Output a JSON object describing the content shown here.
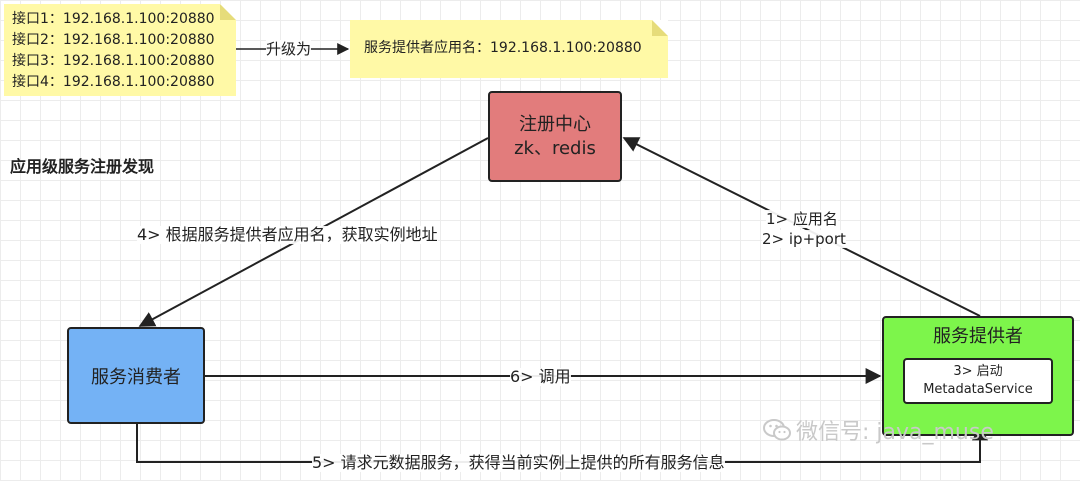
{
  "interfaces_note": {
    "lines": [
      "接口1：192.168.1.100:20880",
      "接口2：192.168.1.100:20880",
      "接口3：192.168.1.100:20880",
      "接口4：192.168.1.100:20880"
    ]
  },
  "upgrade_label": "升级为",
  "app_note": "服务提供者应用名：192.168.1.100:20880",
  "title": "应用级服务注册发现",
  "registry": {
    "name": "注册中心",
    "sub": "zk、redis"
  },
  "consumer": {
    "name": "服务消费者"
  },
  "provider": {
    "name": "服务提供者",
    "inner_line1": "3> 启动",
    "inner_line2": "MetadataService"
  },
  "edges": {
    "consumer_lookup": "4> 根据服务提供者应用名，获取实例地址",
    "provider_register_1": "1> 应用名",
    "provider_register_2": "2> ip+port",
    "invoke": "6> 调用",
    "metadata_request": "5> 请求元数据服务，获得当前实例上提供的所有服务信息"
  },
  "watermark": "微信号: java_muse",
  "colors": {
    "note": "#fff9a6",
    "registry": "#e27c7c",
    "consumer": "#74b2f5",
    "provider": "#7df54b",
    "line": "#222222"
  }
}
